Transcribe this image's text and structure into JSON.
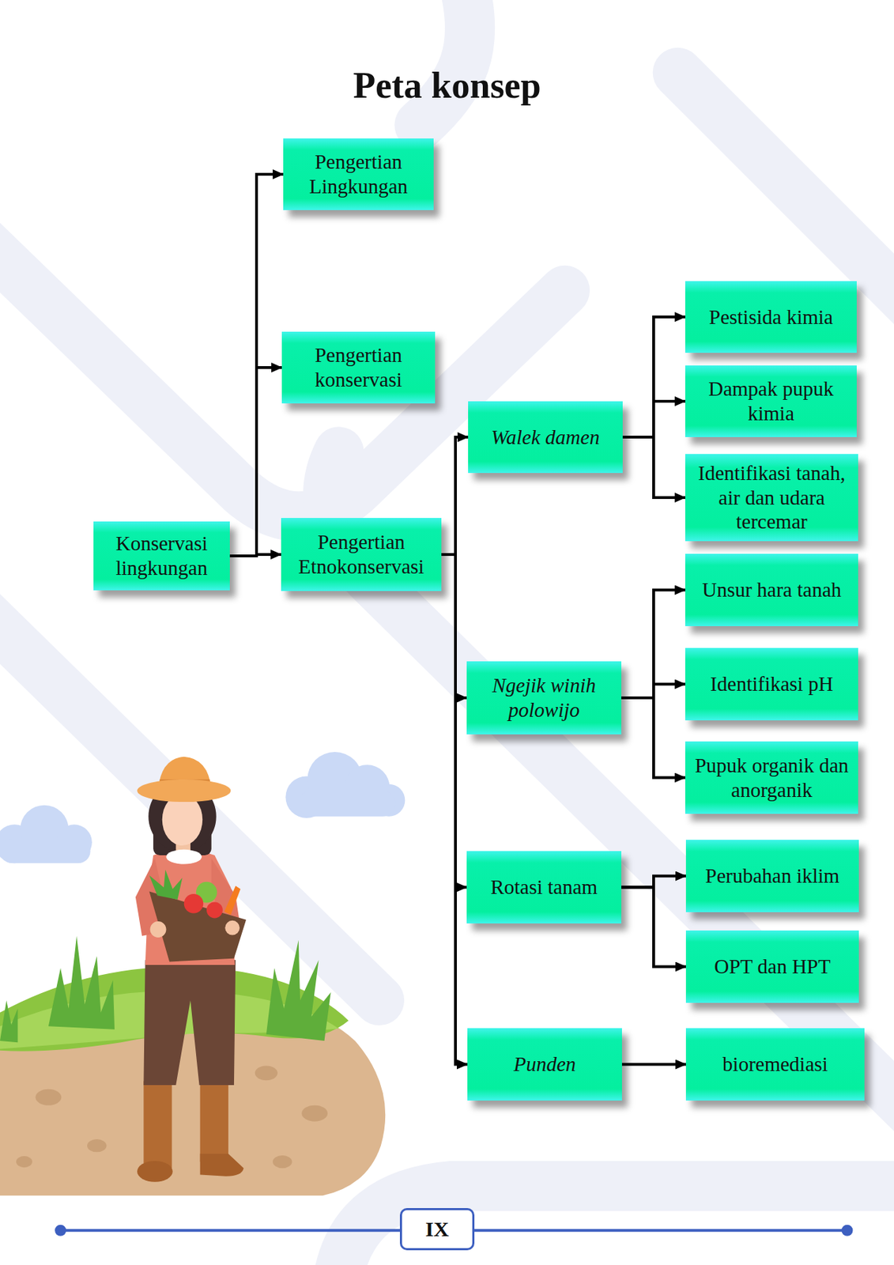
{
  "diagram": {
    "title": "Peta konsep",
    "nodes": [
      {
        "text": [
          "Konservasi lingkungan"
        ]
      },
      {
        "text": [
          "Pengertian Lingkungan"
        ]
      },
      {
        "text": [
          "Pengertian konservasi"
        ]
      },
      {
        "text": [
          "Pengertian Etnokonservasi"
        ]
      },
      {
        "text": [
          "Walek damen"
        ]
      },
      {
        "text": [
          "Pestisida kimia"
        ]
      },
      {
        "text": [
          "Dampak pupuk kimia"
        ]
      },
      {
        "text": [
          "Identifikasi tanah, air dan udara tercemar"
        ]
      },
      {
        "text": [
          "Ngejik winih polowijo"
        ]
      },
      {
        "text": [
          "Unsur hara tanah"
        ]
      },
      {
        "text": [
          "Identifikasi pH"
        ]
      },
      {
        "text": [
          "Pupuk organik dan anorganik"
        ]
      },
      {
        "text": [
          "Rotasi tanam"
        ]
      },
      {
        "text": [
          "Perubahan iklim"
        ]
      },
      {
        "text": [
          "OPT dan HPT"
        ]
      },
      {
        "text": [
          "Punden"
        ]
      },
      {
        "text": [
          "bioremediasi"
        ]
      }
    ],
    "edges": [
      {
        "from": 0,
        "to": 1,
        "arrow": "to"
      },
      {
        "from": 0,
        "to": 2,
        "arrow": "to"
      },
      {
        "from": 0,
        "to": 3,
        "arrow": "to"
      },
      {
        "from": 3,
        "to": 4,
        "arrow": "to"
      },
      {
        "from": 3,
        "to": 8,
        "arrow": "to"
      },
      {
        "from": 3,
        "to": 12,
        "arrow": "to"
      },
      {
        "from": 3,
        "to": 15,
        "arrow": "to"
      },
      {
        "from": 4,
        "to": 5,
        "arrow": "to"
      },
      {
        "from": 4,
        "to": 6,
        "arrow": "to"
      },
      {
        "from": 4,
        "to": 7,
        "arrow": "to"
      },
      {
        "from": 8,
        "to": 9,
        "arrow": "to"
      },
      {
        "from": 8,
        "to": 10,
        "arrow": "to"
      },
      {
        "from": 8,
        "to": 11,
        "arrow": "to"
      },
      {
        "from": 12,
        "to": 13,
        "arrow": "to"
      },
      {
        "from": 12,
        "to": 14,
        "arrow": "to"
      },
      {
        "from": 15,
        "to": 16,
        "arrow": "to"
      }
    ],
    "labels": [
      "IX"
    ]
  }
}
